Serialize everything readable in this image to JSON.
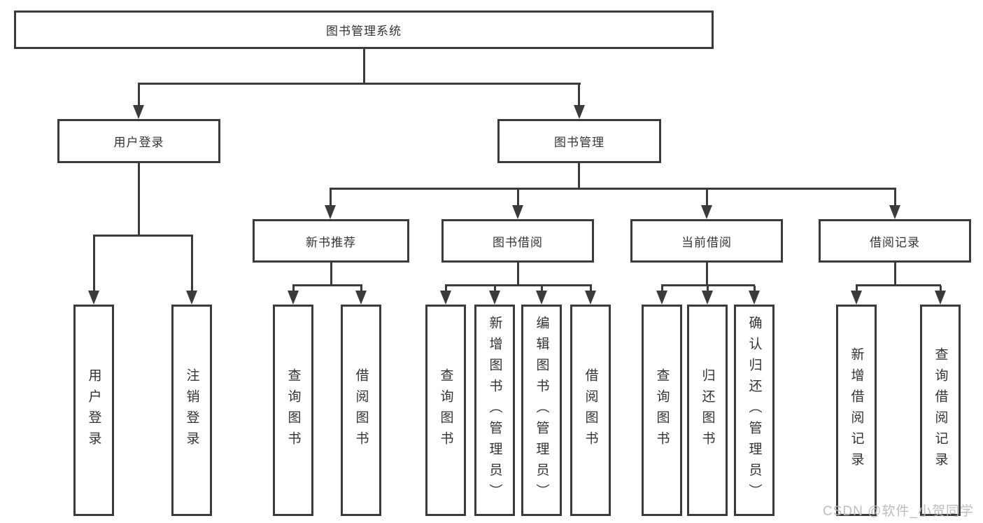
{
  "tree": {
    "root": {
      "label": "图书管理系统"
    },
    "branches": [
      {
        "label": "用户登录",
        "children": [
          {
            "label": "用户登录"
          },
          {
            "label": "注销登录"
          }
        ]
      },
      {
        "label": "图书管理",
        "children": [
          {
            "label": "新书推荐",
            "children": [
              {
                "label": "查询图书"
              },
              {
                "label": "借阅图书"
              }
            ]
          },
          {
            "label": "图书借阅",
            "children": [
              {
                "label": "查询图书"
              },
              {
                "label": "新增图书（管理员）"
              },
              {
                "label": "编辑图书（管理员）"
              },
              {
                "label": "借阅图书"
              }
            ]
          },
          {
            "label": "当前借阅",
            "children": [
              {
                "label": "查询图书"
              },
              {
                "label": "归还图书"
              },
              {
                "label": "确认归还（管理员）"
              }
            ]
          },
          {
            "label": "借阅记录",
            "children": [
              {
                "label": "新增借阅记录"
              },
              {
                "label": "查询借阅记录"
              }
            ]
          }
        ]
      }
    ]
  },
  "watermark": {
    "text": "CSDN @软件_小贺同学"
  },
  "colors": {
    "line": "#3b3b3b",
    "text": "#333333",
    "watermark": "#b9b9b9",
    "background": "#ffffff"
  }
}
